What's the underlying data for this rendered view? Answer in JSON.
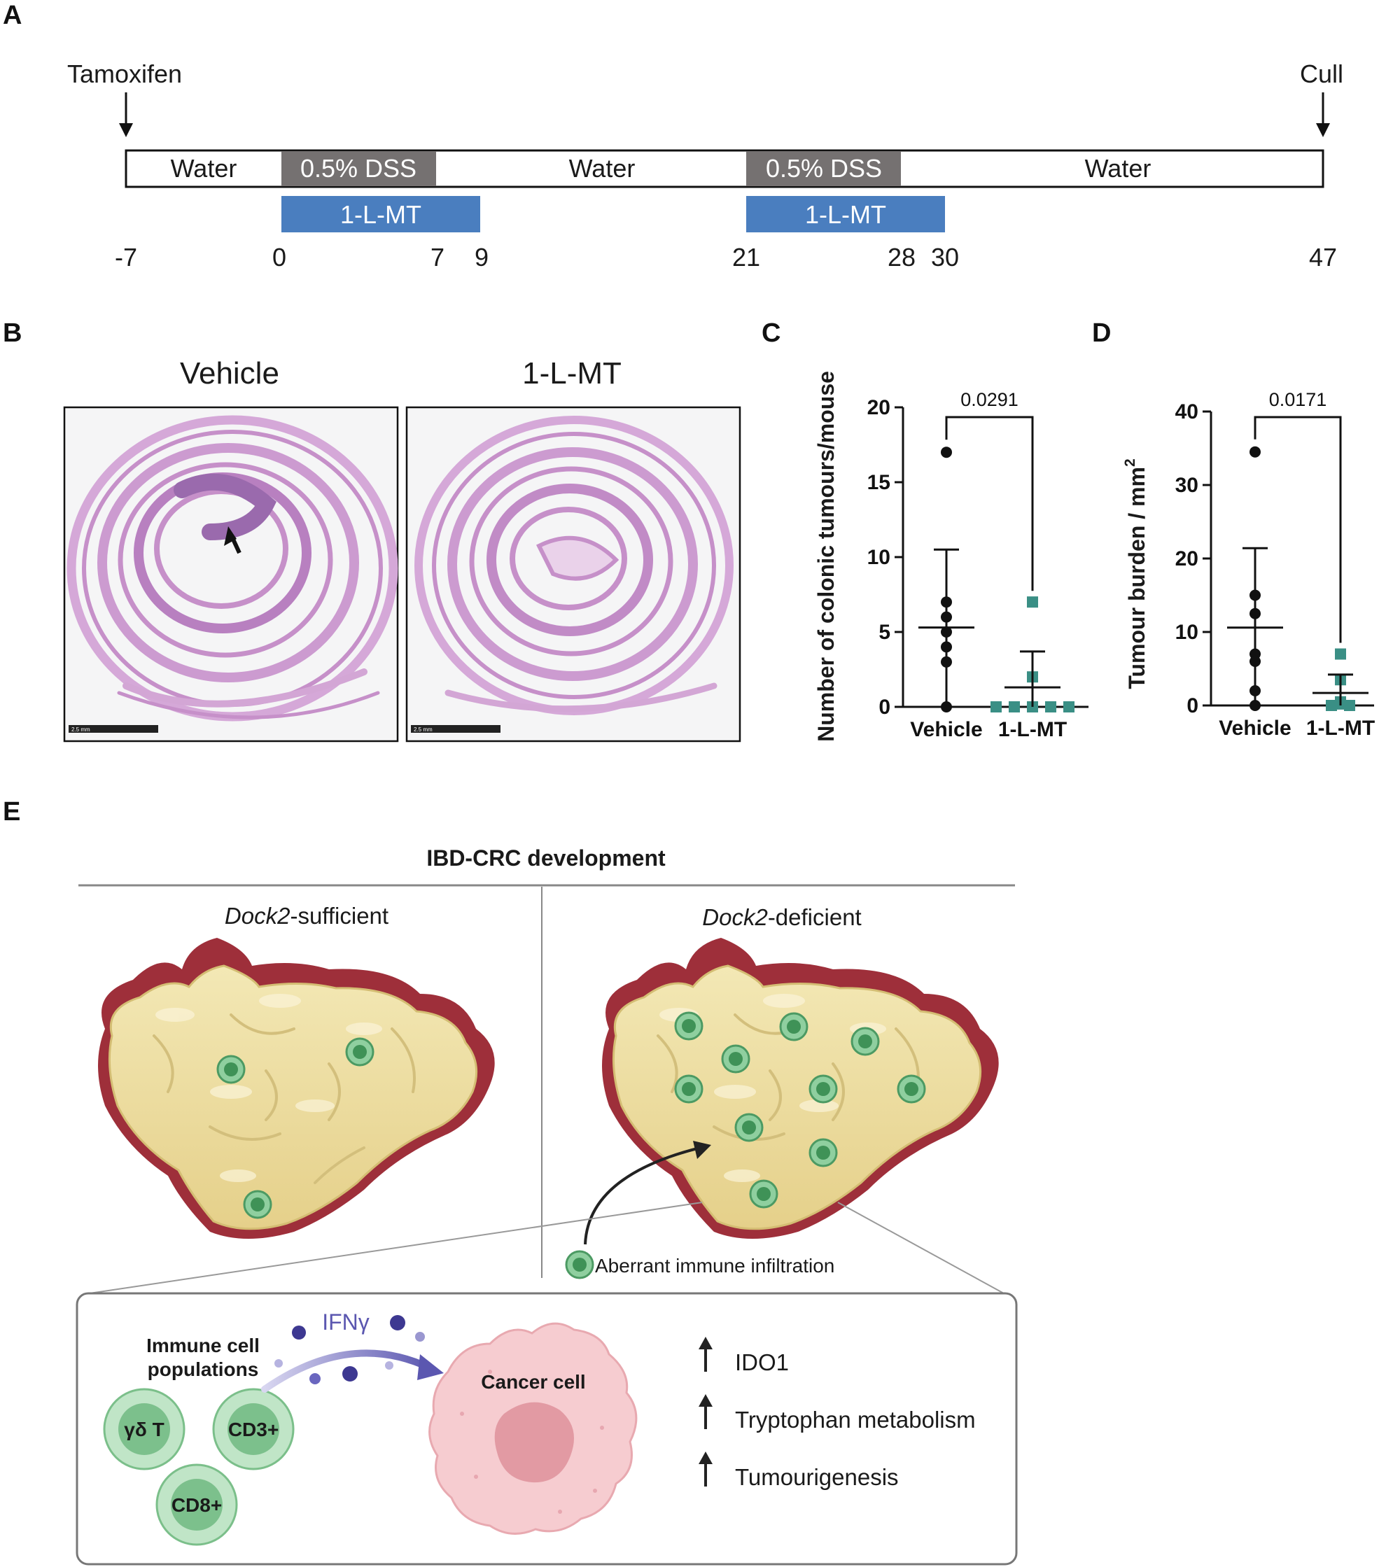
{
  "panels": {
    "a": "A",
    "b": "B",
    "c": "C",
    "d": "D",
    "e": "E"
  },
  "timeline": {
    "start_label": "Tamoxifen",
    "end_label": "Cull",
    "segments": [
      "Water",
      "0.5% DSS",
      "Water",
      "0.5% DSS",
      "Water"
    ],
    "treatment": [
      "1-L-MT",
      "1-L-MT"
    ],
    "days": [
      "-7",
      "0",
      "7",
      "9",
      "21",
      "28",
      "30",
      "47"
    ]
  },
  "histology": {
    "vehicle_title": "Vehicle",
    "treated_title": "1-L-MT",
    "scale_vehicle": "2.5 mm",
    "scale_treated": "2.5 mm"
  },
  "chart_data": [
    {
      "type": "scatter",
      "panel": "C",
      "ylabel": "Number of colonic tumours/mouse",
      "categories": [
        "Vehicle",
        "1-L-MT"
      ],
      "ylim": [
        0,
        20
      ],
      "yticks": [
        "0",
        "5",
        "10",
        "15",
        "20"
      ],
      "p_value": "0.0291",
      "series": [
        {
          "group": "Vehicle",
          "values": [
            17,
            7,
            5,
            6,
            4,
            3,
            0
          ],
          "mean": 5.3,
          "sd_low": 0.1,
          "sd_high": 10.5,
          "color": "#111111",
          "marker": "circle"
        },
        {
          "group": "1-L-MT",
          "values": [
            7,
            2,
            0,
            0,
            0,
            0,
            0
          ],
          "mean": 1.3,
          "sd_low": 0,
          "sd_high": 3.7,
          "color": "#3a8f85",
          "marker": "square"
        }
      ]
    },
    {
      "type": "scatter",
      "panel": "D",
      "ylabel": "Tumour burden / mm",
      "ylabel_sup": "2",
      "categories": [
        "Vehicle",
        "1-L-MT"
      ],
      "ylim": [
        0,
        40
      ],
      "yticks": [
        "0",
        "10",
        "20",
        "30",
        "40"
      ],
      "p_value": "0.0171",
      "series": [
        {
          "group": "Vehicle",
          "values": [
            34.5,
            15,
            12.5,
            7,
            6,
            2,
            0
          ],
          "mean": 10.6,
          "sd_low": 0,
          "sd_high": 21.4,
          "color": "#111111",
          "marker": "circle"
        },
        {
          "group": "1-L-MT",
          "values": [
            7,
            3.5,
            0.5,
            0.3,
            0.2,
            0,
            0
          ],
          "mean": 1.7,
          "sd_low": 0,
          "sd_high": 4.2,
          "color": "#3a8f85",
          "marker": "square"
        }
      ]
    }
  ],
  "schematic": {
    "title": "IBD-CRC development",
    "left_gene": "Dock2",
    "left_suffix": "-sufficient",
    "right_gene": "Dock2",
    "right_suffix": "-deficient",
    "infiltration_label": "Aberrant immune infiltration",
    "immune_label_line1": "Immune cell",
    "immune_label_line2": "populations",
    "ifn_label": "IFNγ",
    "cells": [
      "γδ T",
      "CD3+",
      "CD8+"
    ],
    "cancer_cell_label": "Cancer cell",
    "effects": [
      "IDO1",
      "Tryptophan metabolism",
      "Tumourigenesis"
    ],
    "colors": {
      "tumour": "#eddfa2",
      "tumour_rim": "#9e2f3a",
      "immune": "#54a46c",
      "cancer": "#f4c4c8",
      "ifn": "#5b57b0"
    }
  }
}
